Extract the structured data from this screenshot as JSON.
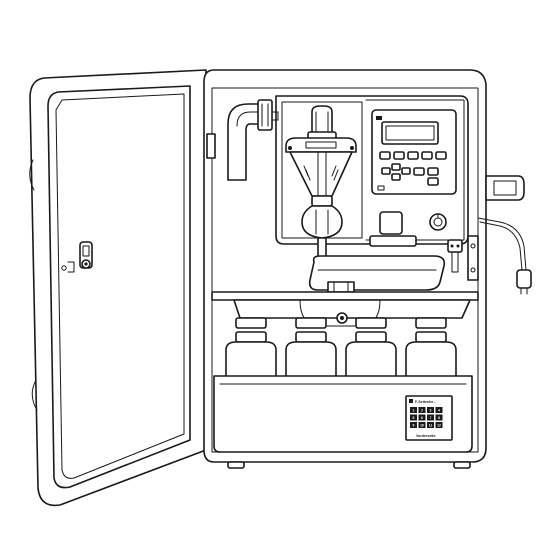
{
  "diagram": {
    "legend_title": "F-Seitenhe...",
    "legend_footer": "Vorderseite",
    "legend_numbers": [
      "1",
      "2",
      "3",
      "4",
      "5",
      "6",
      "7",
      "8",
      "9",
      "10",
      "11",
      "12"
    ]
  },
  "colors": {
    "line": "#1a1a1a",
    "background": "#ffffff",
    "shade": "#e6e6e6"
  }
}
